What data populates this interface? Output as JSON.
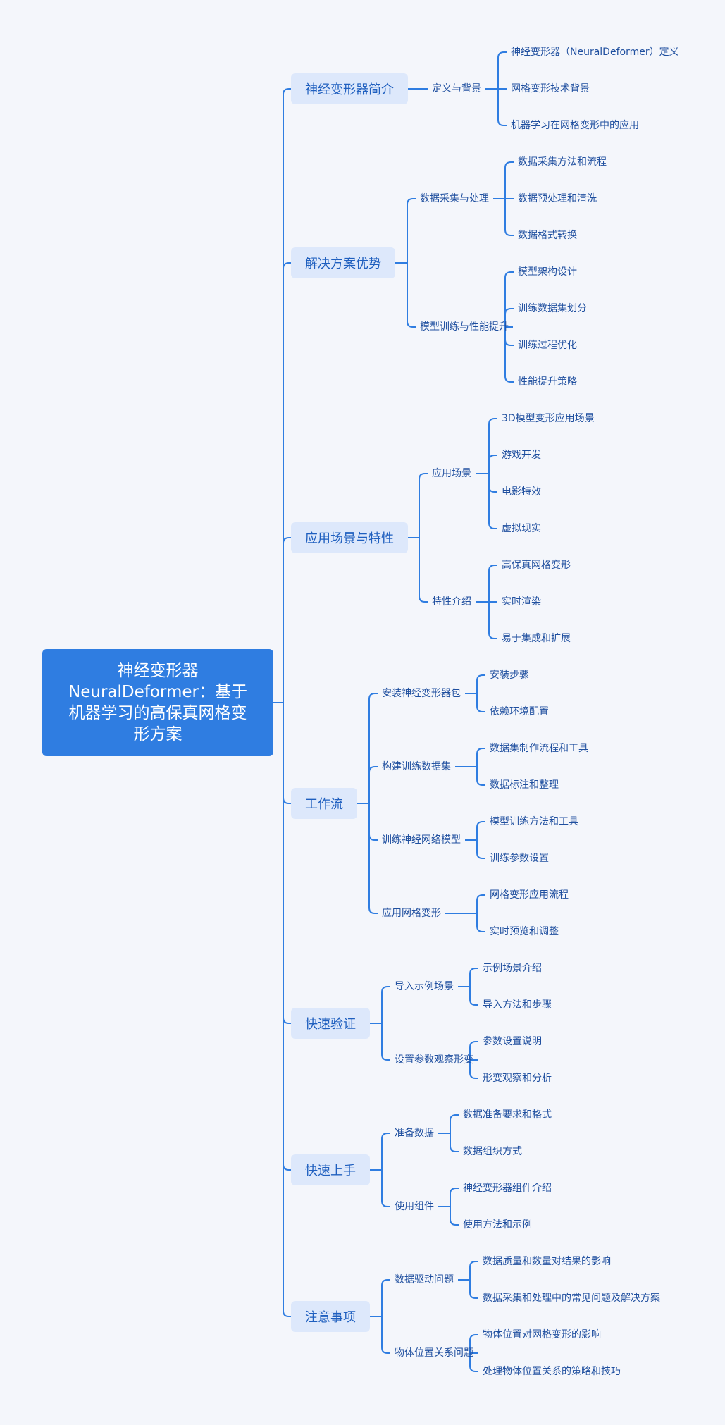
{
  "root": {
    "title": "神经变形器NeuralDeformer：基于机器学习的高保真网格变形方案",
    "lines": [
      "神经变形器",
      "NeuralDeformer：基于",
      "机器学习的高保真网格变",
      "形方案"
    ]
  },
  "colors": {
    "line": "#2f7de1",
    "root_bg": "#2f7de1",
    "branch_bg": "#dde8fb",
    "background": "#f4f6fb"
  },
  "branches": [
    {
      "label": "神经变形器简介",
      "children": [
        {
          "label": "定义与背景",
          "children": [
            "神经变形器（NeuralDeformer）定义",
            "网格变形技术背景",
            "机器学习在网格变形中的应用"
          ]
        }
      ]
    },
    {
      "label": "解决方案优势",
      "children": [
        {
          "label": "数据采集与处理",
          "children": [
            "数据采集方法和流程",
            "数据预处理和清洗",
            "数据格式转换"
          ]
        },
        {
          "label": "模型训练与性能提升",
          "children": [
            "模型架构设计",
            "训练数据集划分",
            "训练过程优化",
            "性能提升策略"
          ]
        }
      ]
    },
    {
      "label": "应用场景与特性",
      "children": [
        {
          "label": "应用场景",
          "children": [
            "3D模型变形应用场景",
            "游戏开发",
            "电影特效",
            "虚拟现实"
          ]
        },
        {
          "label": "特性介绍",
          "children": [
            "高保真网格变形",
            "实时渲染",
            "易于集成和扩展"
          ]
        }
      ]
    },
    {
      "label": "工作流",
      "children": [
        {
          "label": "安装神经变形器包",
          "children": [
            "安装步骤",
            "依赖环境配置"
          ]
        },
        {
          "label": "构建训练数据集",
          "children": [
            "数据集制作流程和工具",
            "数据标注和整理"
          ]
        },
        {
          "label": "训练神经网络模型",
          "children": [
            "模型训练方法和工具",
            "训练参数设置"
          ]
        },
        {
          "label": "应用网格变形",
          "children": [
            "网格变形应用流程",
            "实时预览和调整"
          ]
        }
      ]
    },
    {
      "label": "快速验证",
      "children": [
        {
          "label": "导入示例场景",
          "children": [
            "示例场景介绍",
            "导入方法和步骤"
          ]
        },
        {
          "label": "设置参数观察形变",
          "children": [
            "参数设置说明",
            "形变观察和分析"
          ]
        }
      ]
    },
    {
      "label": "快速上手",
      "children": [
        {
          "label": "准备数据",
          "children": [
            "数据准备要求和格式",
            "数据组织方式"
          ]
        },
        {
          "label": "使用组件",
          "children": [
            "神经变形器组件介绍",
            "使用方法和示例"
          ]
        }
      ]
    },
    {
      "label": "注意事项",
      "children": [
        {
          "label": "数据驱动问题",
          "children": [
            "数据质量和数量对结果的影响",
            "数据采集和处理中的常见问题及解决方案"
          ]
        },
        {
          "label": "物体位置关系问题",
          "children": [
            "物体位置对网格变形的影响",
            "处理物体位置关系的策略和技巧"
          ]
        }
      ]
    }
  ]
}
